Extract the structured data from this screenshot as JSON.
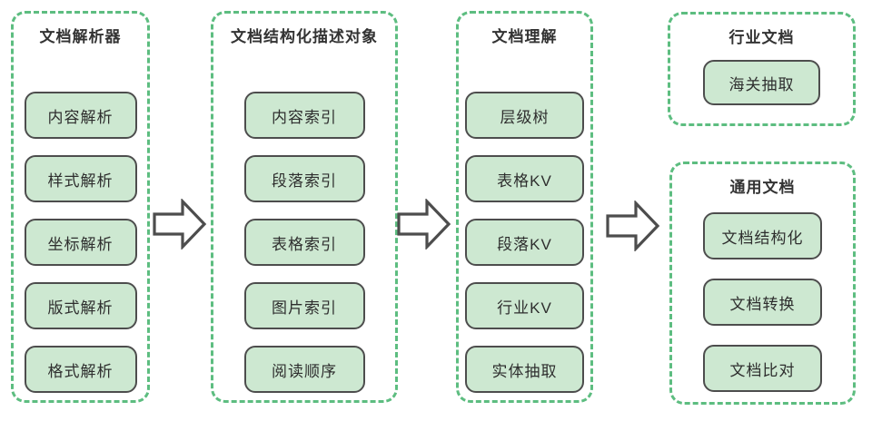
{
  "stages": [
    {
      "title": "文档解析器",
      "items": [
        "内容解析",
        "样式解析",
        "坐标解析",
        "版式解析",
        "格式解析"
      ]
    },
    {
      "title": "文档结构化描述对象",
      "items": [
        "内容索引",
        "段落索引",
        "表格索引",
        "图片索引",
        "阅读顺序"
      ]
    },
    {
      "title": "文档理解",
      "items": [
        "层级树",
        "表格KV",
        "段落KV",
        "行业KV",
        "实体抽取"
      ]
    },
    {
      "title": "行业文档",
      "items": [
        "海关抽取"
      ]
    },
    {
      "title": "通用文档",
      "items": [
        "文档结构化",
        "文档转换",
        "文档比对"
      ]
    }
  ],
  "colors": {
    "container_border": "#5dbd80",
    "box_fill": "#cde8d1",
    "box_border": "#4d4d4d",
    "text": "#333333",
    "arrow_fill": "#ffffff",
    "arrow_outline": "#4d4d4d",
    "background": "#ffffff"
  }
}
